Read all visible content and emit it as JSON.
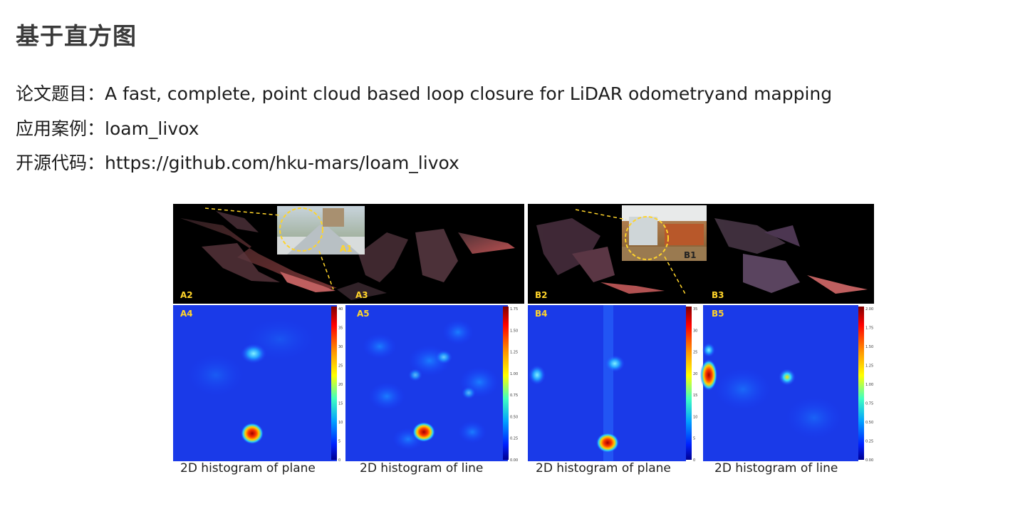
{
  "slide": {
    "title": "基于直方图",
    "lines": [
      {
        "key": "论文题目：",
        "value": "A fast, complete, point cloud based loop closure for LiDAR odometryand mapping"
      },
      {
        "key": "应用案例：",
        "value": "loam_livox"
      },
      {
        "key": "开源代码：",
        "value": "https://github.com/hku-mars/loam_livox"
      }
    ]
  },
  "figure": {
    "photo_labels": [
      "A1",
      "B1"
    ],
    "cloud_labels": [
      "A2",
      "A3",
      "B2",
      "B3"
    ],
    "hist_labels": [
      "A4",
      "A5",
      "B4",
      "B5"
    ],
    "captions": [
      "2D histogram of plane",
      "2D histogram of line",
      "2D histogram of plane",
      "2D histogram of line"
    ],
    "colorbar_ticks": [
      [
        "40",
        "35",
        "30",
        "25",
        "20",
        "15",
        "10",
        "5",
        "0"
      ],
      [
        "1.75",
        "1.50",
        "1.25",
        "1.00",
        "0.75",
        "0.50",
        "0.25",
        "0.00"
      ],
      [
        "35",
        "30",
        "25",
        "20",
        "15",
        "10",
        "5",
        "0"
      ],
      [
        "2.00",
        "1.75",
        "1.50",
        "1.25",
        "1.00",
        "0.75",
        "0.50",
        "0.25",
        "0.00"
      ]
    ]
  }
}
